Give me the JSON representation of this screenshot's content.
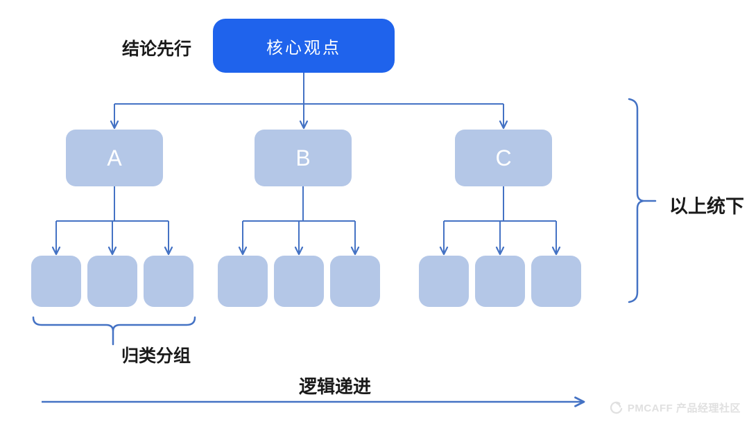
{
  "diagram": {
    "root": {
      "label": "核心观点"
    },
    "level2": [
      {
        "label": "A"
      },
      {
        "label": "B"
      },
      {
        "label": "C"
      }
    ],
    "leaves_per_group": 3,
    "annotations": {
      "top_left": "结论先行",
      "right": "以上统下",
      "bottom_left": "归类分组",
      "bottom": "逻辑递进"
    },
    "colors": {
      "root_fill": "#1f63ec",
      "node_fill": "#b4c7e7",
      "line": "#4472c4",
      "text_dark": "#1a1a1a",
      "node_text": "#ffffff",
      "watermark": "#e0e0e0"
    }
  },
  "watermark": {
    "label": "PMCAFF 产品经理社区"
  }
}
